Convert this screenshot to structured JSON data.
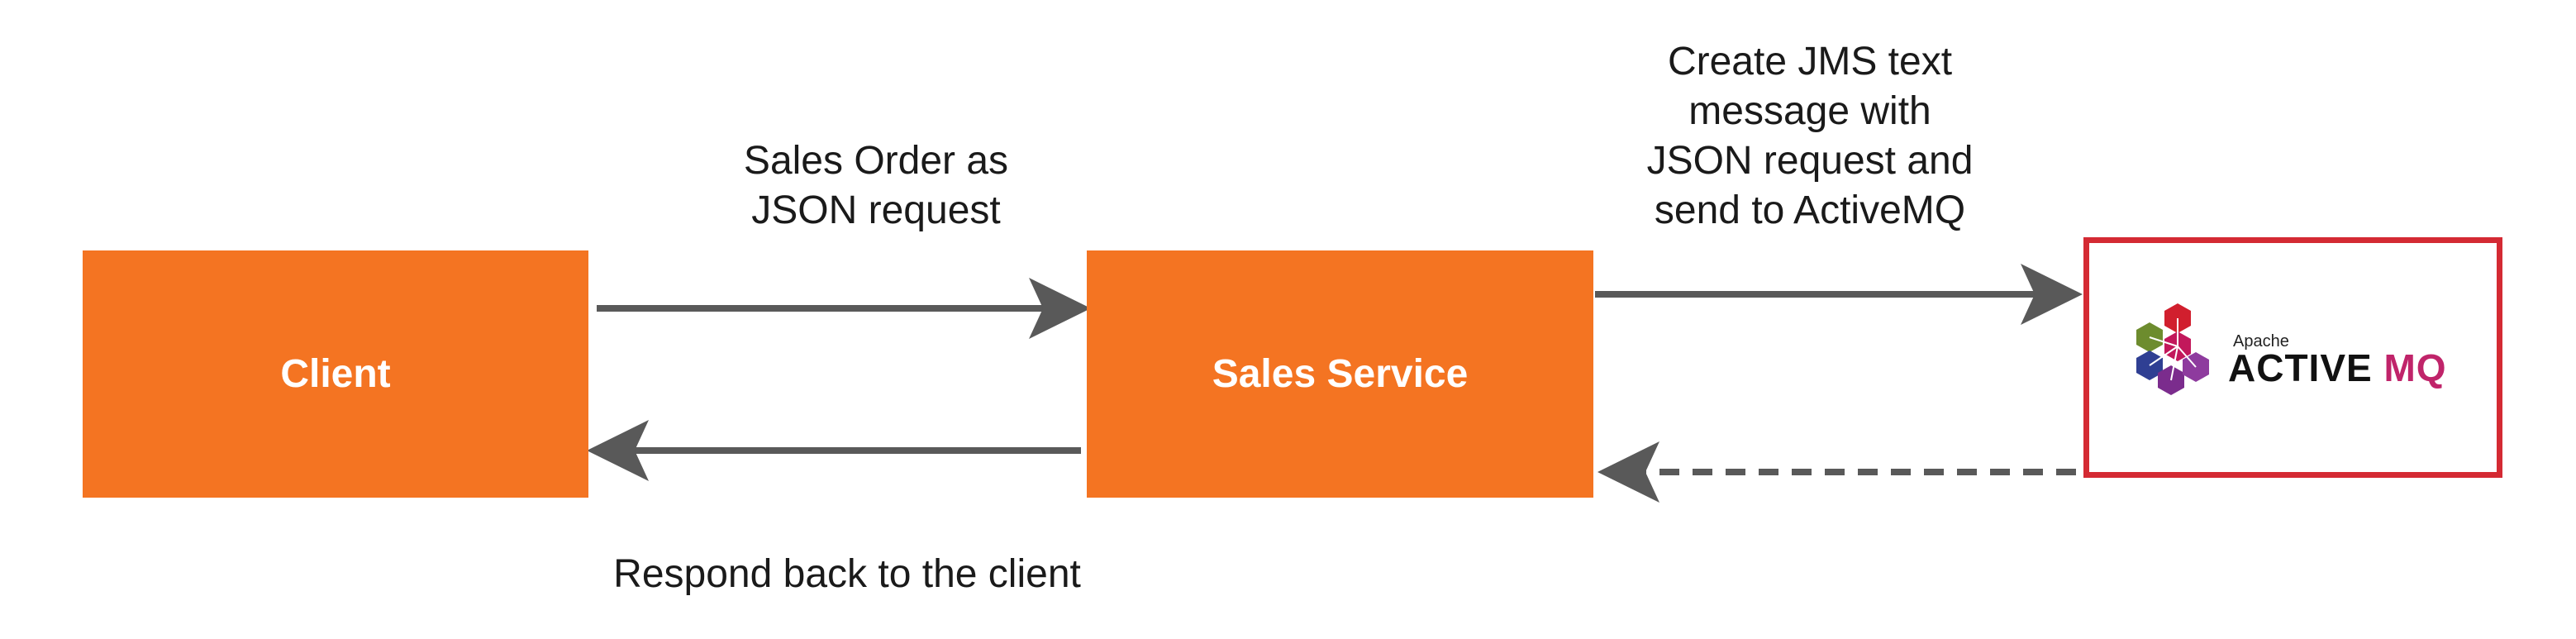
{
  "colors": {
    "box_fill": "#f47422",
    "arrow": "#595959",
    "activemq_border": "#d42a33",
    "mq_text": "#c0246a"
  },
  "nodes": {
    "client": "Client",
    "sales_service": "Sales Service"
  },
  "edge_labels": {
    "sales_order": "Sales Order as\nJSON request",
    "create_jms": "Create JMS text\nmessage with\nJSON request and\nsend to ActiveMQ",
    "respond": "Respond back to the client"
  },
  "activemq_logo": {
    "apache": "Apache",
    "active": "ACTIVE",
    "mq": "MQ"
  },
  "icons": [
    "activemq-logo-icon",
    "arrow-head-icon"
  ]
}
